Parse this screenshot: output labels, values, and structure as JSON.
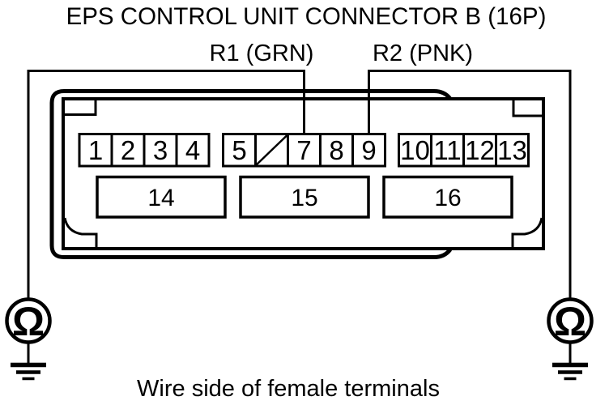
{
  "title": "EPS CONTROL UNIT CONNECTOR B (16P)",
  "probes": {
    "r1": {
      "label": "R1 (GRN)",
      "connects_to_pin": "7"
    },
    "r2": {
      "label": "R2 (PNK)",
      "connects_to_pin": "9"
    }
  },
  "connector": {
    "row1": {
      "g1": [
        "1",
        "2",
        "3",
        "4"
      ],
      "g2": [
        "5",
        "7",
        "8",
        "9"
      ],
      "g3": [
        "10",
        "11",
        "12",
        "13"
      ]
    },
    "row2": [
      "14",
      "15",
      "16"
    ]
  },
  "meter": {
    "symbol": "Ω"
  },
  "caption": "Wire side of female terminals",
  "colors": {
    "line": "#000000",
    "background": "#ffffff"
  }
}
